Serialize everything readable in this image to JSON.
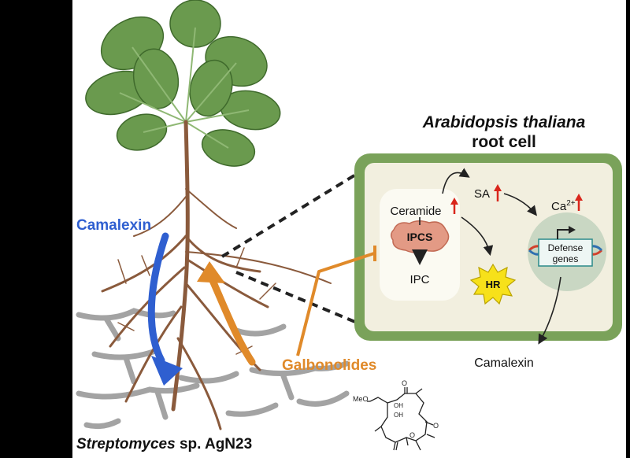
{
  "title": {
    "line1": "Arabidopsis thaliana",
    "line2": "root cell"
  },
  "labels": {
    "camalexin_left": "Camalexin",
    "galbonolides": "Galbonolides",
    "streptomyces_italic": "Streptomyces",
    "streptomyces_rest": " sp. AgN23",
    "ceramide": "Ceramide",
    "ipcs": "IPCS",
    "ipc": "IPC",
    "sa": "SA",
    "ca": "Ca",
    "ca_sup": "2+",
    "hr": "HR",
    "defense_line1": "Defense",
    "defense_line2": "genes",
    "camalexin_out": "Camalexin"
  },
  "molecule": {
    "meo": "MeO",
    "oh1": "OH",
    "oh2": "OH",
    "o1": "O",
    "o2": "O",
    "o3": "O"
  },
  "colors": {
    "camalexin_blue": "#2f5fd0",
    "galbonolide_orange": "#e08a2a",
    "cell_wall_green": "#7aa25a",
    "cytoplasm": "#f2efdf",
    "nucleus": "#c9d7c3",
    "increase_red": "#d9261c",
    "leaf_green": "#5f8c45",
    "root_brown": "#8a5a3c",
    "bacteria_gray": "#9e9e9e"
  }
}
